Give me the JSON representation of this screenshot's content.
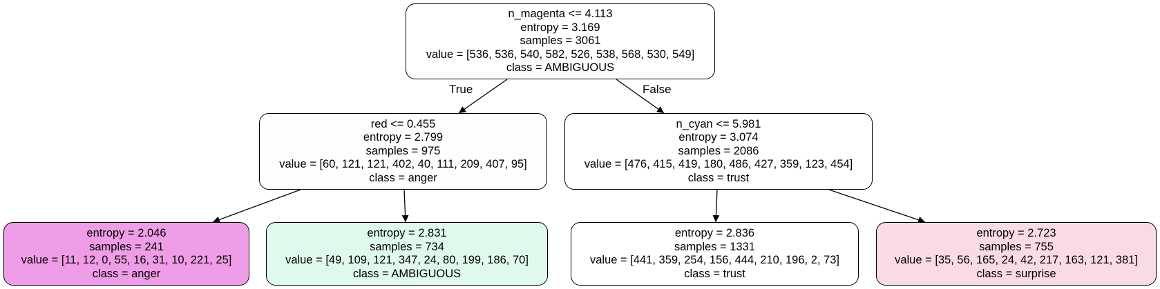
{
  "nodes": {
    "root": {
      "lines": [
        "n_magenta <= 4.113",
        "entropy = 3.169",
        "samples = 3061",
        "value = [536, 536, 540, 582, 526, 538, 568, 530, 549]",
        "class = AMBIGUOUS"
      ],
      "fill": "#ffffff"
    },
    "left": {
      "lines": [
        "red <= 0.455",
        "entropy = 2.799",
        "samples = 975",
        "value = [60, 121, 121, 402, 40, 111, 209, 407, 95]",
        "class = anger"
      ],
      "fill": "#fefefe"
    },
    "right": {
      "lines": [
        "n_cyan <= 5.981",
        "entropy = 3.074",
        "samples = 2086",
        "value = [476, 415, 419, 180, 486, 427, 359, 123, 454]",
        "class = trust"
      ],
      "fill": "#ffffff"
    },
    "leaf1": {
      "lines": [
        "entropy = 2.046",
        "samples = 241",
        "value = [11, 12, 0, 55, 16, 31, 10, 221, 25]",
        "class = anger"
      ],
      "fill": "#f09de8"
    },
    "leaf2": {
      "lines": [
        "entropy = 2.831",
        "samples = 734",
        "value = [49, 109, 121, 347, 24, 80, 199, 186, 70]",
        "class = AMBIGUOUS"
      ],
      "fill": "#dffaeb"
    },
    "leaf3": {
      "lines": [
        "entropy = 2.836",
        "samples = 1331",
        "value = [441, 359, 254, 156, 444, 210, 196, 2, 73]",
        "class = trust"
      ],
      "fill": "#ffffff"
    },
    "leaf4": {
      "lines": [
        "entropy = 2.723",
        "samples = 755",
        "value = [35, 56, 165, 24, 42, 217, 163, 121, 381]",
        "class = surprise"
      ],
      "fill": "#f9dbe3"
    }
  },
  "edge_labels": {
    "true_label": "True",
    "false_label": "False"
  }
}
